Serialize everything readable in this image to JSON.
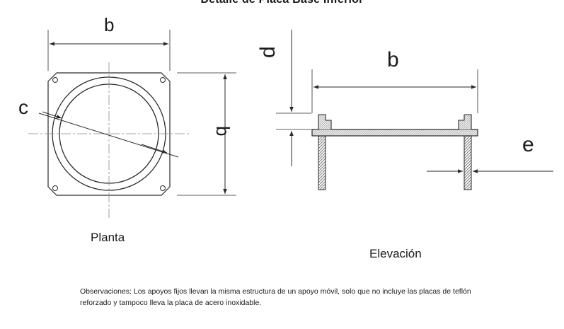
{
  "title": "Detalle de Placa Base Inferior",
  "plan": {
    "caption": "Planta",
    "dim_b": "b",
    "dim_c": "c",
    "dim_b_side": "b"
  },
  "elevation": {
    "caption": "Elevación",
    "dim_b": "b",
    "dim_d": "d",
    "dim_e": "e"
  },
  "notes": {
    "line1": "Observaciones: Los apoyos fijos llevan la misma estructura de un apoyo móvil, solo que no incluye las placas de teflón",
    "line2": "reforzado y tampoco lleva la placa de acero inoxidable."
  },
  "colors": {
    "ink": "#2a2a2a",
    "centerline": "#888888"
  }
}
